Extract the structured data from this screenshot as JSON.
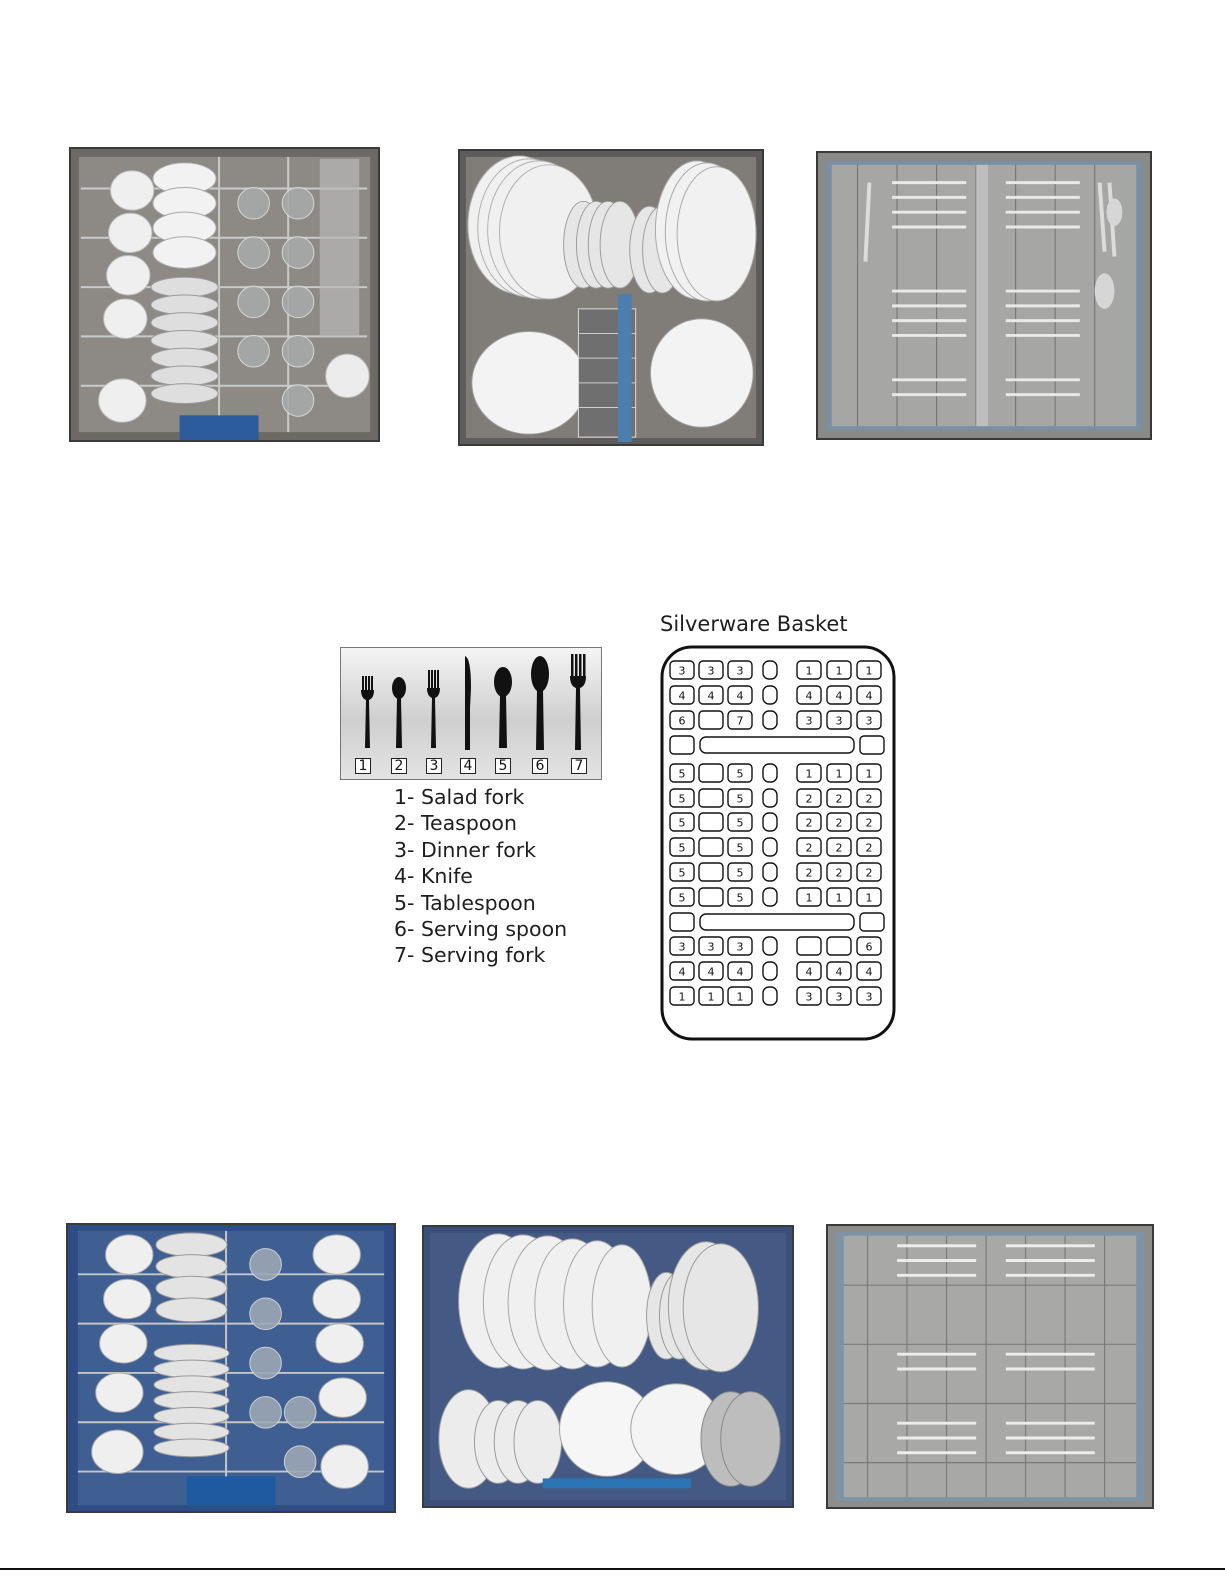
{
  "photos": {
    "top": [
      {
        "icon": "upper-rack-cups-glasses-photo"
      },
      {
        "icon": "lower-rack-plates-bowls-photo"
      },
      {
        "icon": "cutlery-tray-photo"
      }
    ],
    "bottom": [
      {
        "icon": "upper-rack-cups-glasses-photo"
      },
      {
        "icon": "lower-rack-plates-bowls-photo"
      },
      {
        "icon": "cutlery-tray-photo"
      }
    ]
  },
  "legend": {
    "numbers": [
      "1",
      "2",
      "3",
      "4",
      "5",
      "6",
      "7"
    ],
    "items": [
      "1- Salad fork",
      "2- Teaspoon",
      "3- Dinner fork",
      "4- Knife",
      "5- Tablespoon",
      "6- Serving spoon",
      "7- Serving fork"
    ]
  },
  "basket": {
    "title": "Silverware Basket",
    "rows": [
      [
        "3",
        "3",
        "3",
        "",
        "1",
        "1",
        "1"
      ],
      [
        "4",
        "4",
        "4",
        "",
        "4",
        "4",
        "4"
      ],
      [
        "6",
        "",
        "7",
        "",
        "3",
        "3",
        "3"
      ],
      [
        "",
        "",
        "",
        "",
        "",
        "",
        ""
      ],
      [
        "5",
        "",
        "5",
        "",
        "1",
        "1",
        "1"
      ],
      [
        "5",
        "",
        "5",
        "",
        "2",
        "2",
        "2"
      ],
      [
        "5",
        "",
        "5",
        "",
        "2",
        "2",
        "2"
      ],
      [
        "5",
        "",
        "5",
        "",
        "2",
        "2",
        "2"
      ],
      [
        "5",
        "",
        "5",
        "",
        "2",
        "2",
        "2"
      ],
      [
        "5",
        "",
        "5",
        "",
        "1",
        "1",
        "1"
      ],
      [
        "",
        "",
        "",
        "",
        "",
        "",
        ""
      ],
      [
        "3",
        "3",
        "3",
        "",
        "",
        "",
        "6"
      ],
      [
        "4",
        "4",
        "4",
        "",
        "4",
        "4",
        "4"
      ],
      [
        "1",
        "1",
        "1",
        "",
        "3",
        "3",
        "3"
      ]
    ]
  }
}
